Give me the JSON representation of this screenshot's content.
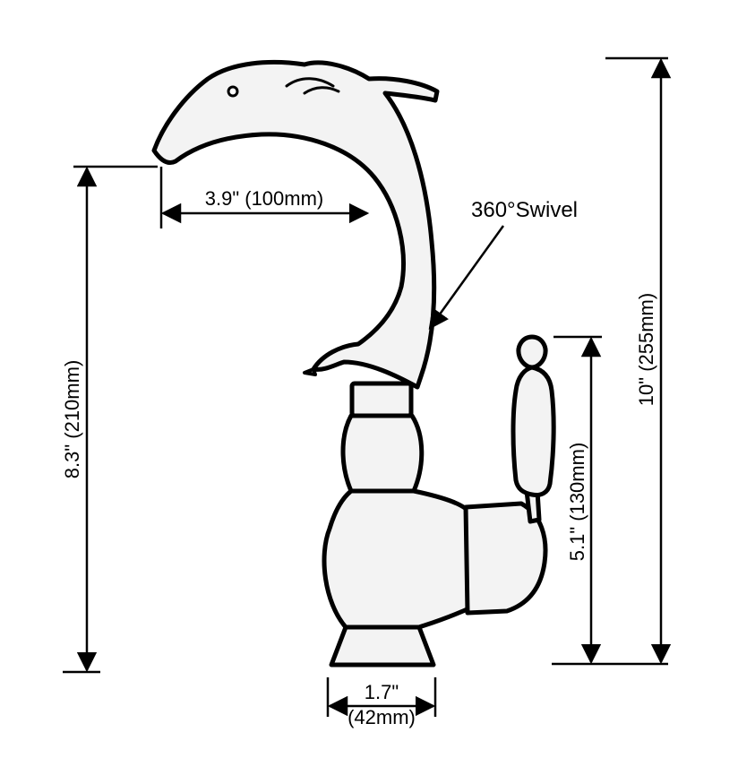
{
  "dimensions": {
    "spout_reach": "3.9\" (100mm)",
    "spout_height": "8.3\" (210mm)",
    "total_height": "10\" (255mm)",
    "handle_height": "5.1\" (130mm)",
    "base_diameter_in": "1.7\"",
    "base_diameter_mm": "(42mm)"
  },
  "callouts": {
    "swivel": "360°Swivel"
  },
  "product": {
    "spout_shape": "dolphin-icon",
    "handle_type": "single-lever"
  },
  "colors": {
    "line": "#000000",
    "background": "#ffffff",
    "metal_fill": "#f2f2f2"
  }
}
